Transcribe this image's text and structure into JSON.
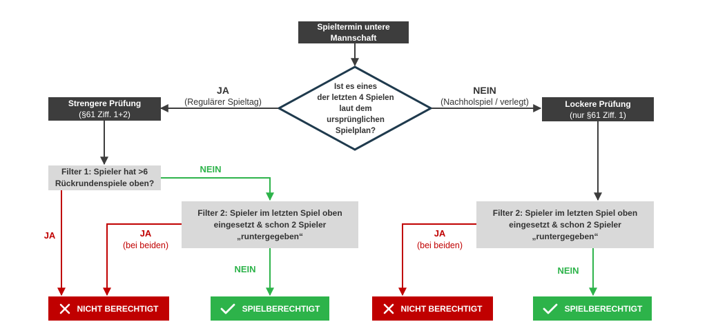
{
  "colors": {
    "dark": "#3d3d3d",
    "light": "#d9d9d9",
    "red": "#c00000",
    "green": "#2db34a"
  },
  "start": {
    "line1": "Spieltermin untere",
    "line2": "Mannschaft"
  },
  "decision": {
    "lines": [
      "Ist es eines",
      "der letzten 4 Spielen",
      "laut dem",
      "ursprünglichen",
      "Spielplan?"
    ]
  },
  "yes_branch": {
    "label": "JA",
    "detail": "(Regulärer Spieltag)"
  },
  "no_branch": {
    "label": "NEIN",
    "detail": "(Nachholspiel / verlegt)"
  },
  "strict": {
    "title": "Strengere Prüfung",
    "sub": "(§61 Ziff. 1+2)"
  },
  "loose": {
    "title": "Lockere Prüfung",
    "sub": "(nur §61 Ziff. 1)"
  },
  "filter1": {
    "line1": "Filter 1: Spieler hat >6",
    "line2": "Rückrundenspiele oben?"
  },
  "filter2": {
    "line1": "Filter 2: Spieler im letzten Spiel oben",
    "line2": "eingesetzt & schon 2 Spieler",
    "line3": "„runtergegeben“"
  },
  "edge_labels": {
    "ja": "JA",
    "nein": "NEIN",
    "bei_beiden": "(bei beiden)"
  },
  "results": {
    "not_eligible": "NICHT BERECHTIGT",
    "eligible": "SPIELBERECHTIGT"
  },
  "icons": {
    "cross": "cross-icon",
    "check": "check-icon"
  }
}
